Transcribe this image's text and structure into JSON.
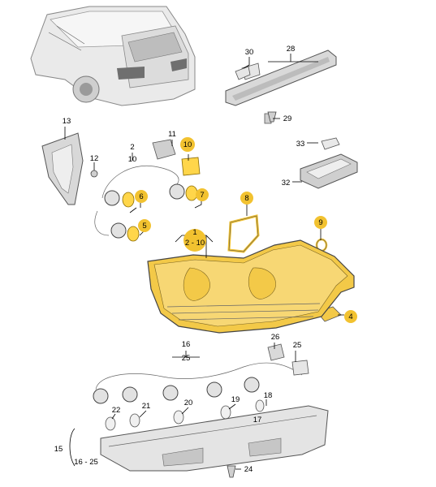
{
  "callouts": {
    "c1": "1",
    "c2": "2",
    "c2to10": "2 - 10",
    "c4": "4",
    "c5": "5",
    "c6": "6",
    "c7": "7",
    "c8": "8",
    "c9": "9",
    "c10a": "10",
    "c10b": "10",
    "c11": "11",
    "c12": "12",
    "c13": "13",
    "c15": "15",
    "c16a": "16",
    "c16to25": "16 - 25",
    "c17": "17",
    "c18": "18",
    "c19": "19",
    "c20": "20",
    "c21": "21",
    "c22": "22",
    "c24": "24",
    "c25a": "25",
    "c25b": "25",
    "c26": "26",
    "c28": "28",
    "c29": "29",
    "c30": "30",
    "c32": "32",
    "c33": "33"
  },
  "colors": {
    "highlight_badge": "#f2c230",
    "lamp_yellow": "#f3c948",
    "bulb_yellow": "#ffd64a",
    "line_gray": "#555555",
    "body_gray": "#d9d9d9"
  },
  "icons": {
    "vehicle": "car-rear-view",
    "tail_lamp": "tail-light-housing",
    "bumper_lamp": "bumper-light-assembly",
    "brake_light": "third-brake-light",
    "plate_light": "license-plate-light"
  }
}
